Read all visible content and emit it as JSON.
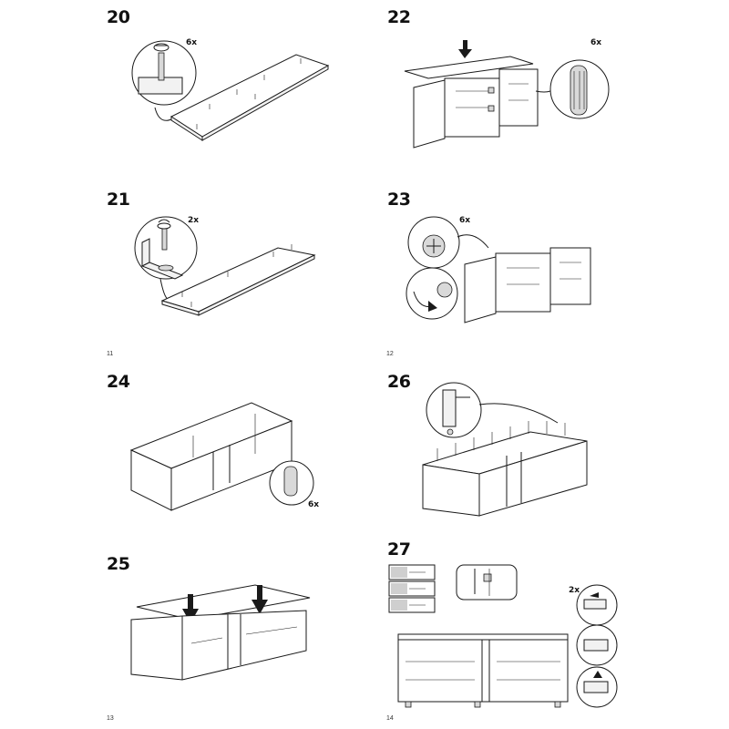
{
  "steps": [
    {
      "number": "20",
      "quantity": "6x"
    },
    {
      "number": "21",
      "quantity": "2x"
    },
    {
      "number": "22",
      "quantity": "6x"
    },
    {
      "number": "23",
      "quantity": "6x"
    },
    {
      "number": "24",
      "quantity": "6x"
    },
    {
      "number": "25",
      "quantity": ""
    },
    {
      "number": "26",
      "quantity": ""
    },
    {
      "number": "27",
      "quantity": "2x"
    }
  ],
  "page_numbers": [
    "11",
    "12",
    "13",
    "14"
  ],
  "icons": [
    "dowel-icon",
    "screw-icon",
    "bracket-icon",
    "press-arrow-icon",
    "rotate-arrow-icon",
    "wall-plug-icon"
  ]
}
